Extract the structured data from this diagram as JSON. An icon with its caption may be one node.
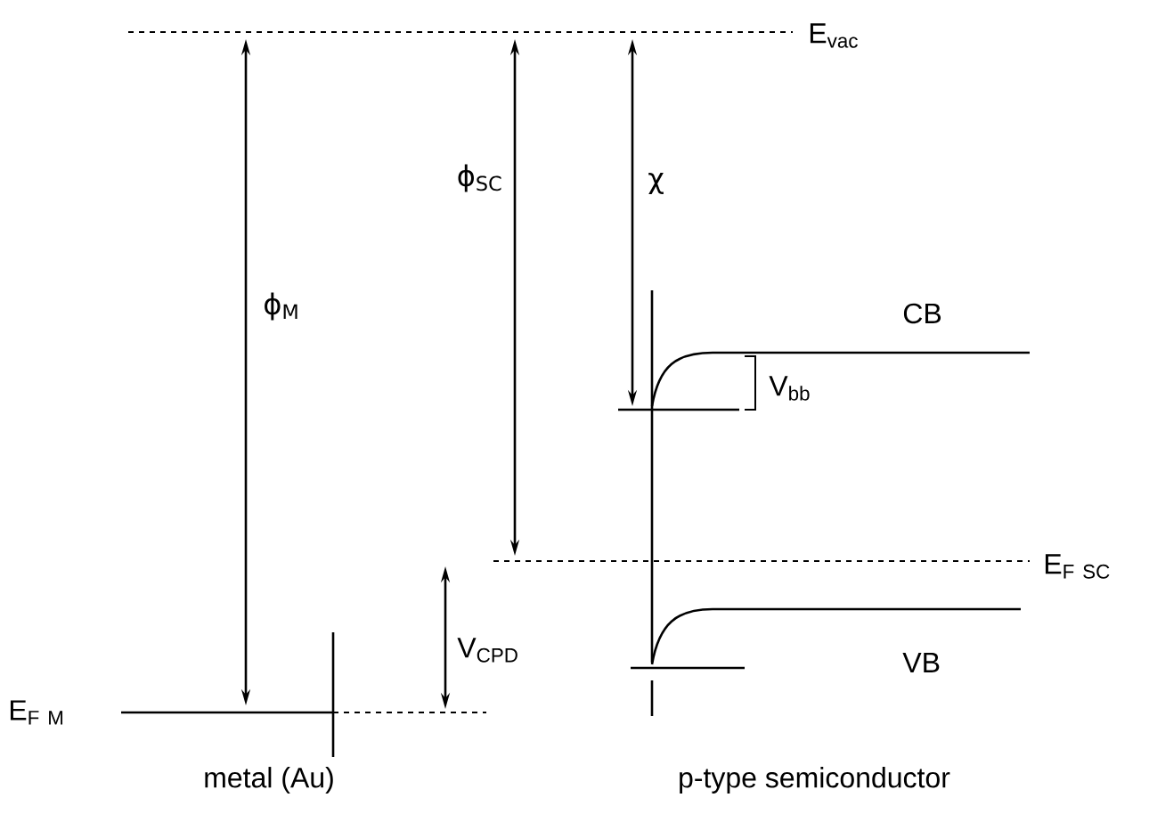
{
  "diagram": {
    "labels": [
      "E$_{vac}$",
      "ϕ$_{SC}$",
      "χ",
      "ϕ$_{M}$",
      "CB",
      "V$_{bb}$",
      "\\mathrm{E}_{\\mathrm{F\\ SC}}",
      "V$_{CPD}$",
      "\\mathrm{E}_{\\mathrm{F\\ M}}",
      "VB",
      "metal (Au)",
      "p-type semiconductor"
    ]
  }
}
